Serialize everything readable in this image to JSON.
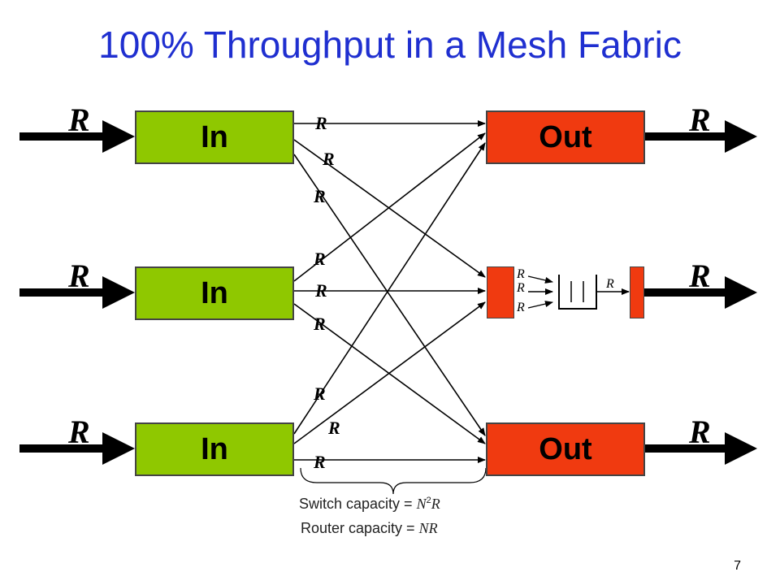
{
  "title": "100% Throughput in a Mesh Fabric",
  "rate_label": "R",
  "inputs": [
    {
      "label": "In"
    },
    {
      "label": "In"
    },
    {
      "label": "In"
    }
  ],
  "outputs": [
    {
      "label": "Out"
    },
    {
      "label": ""
    },
    {
      "label": "Out"
    }
  ],
  "captions": {
    "switch_text": "Switch capacity = ",
    "switch_var_n": "N",
    "switch_exp": "2",
    "switch_var_r": "R",
    "router_text": "Router capacity = ",
    "router_var": "NR"
  },
  "page_number": "7",
  "colors": {
    "title": "#1f2fd0",
    "input_fill": "#8fc800",
    "output_fill": "#f03a10"
  }
}
